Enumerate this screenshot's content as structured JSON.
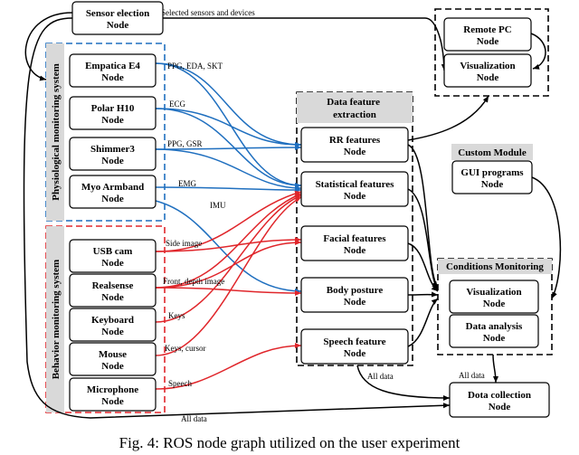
{
  "groups": {
    "physiological": "Physiological  monitoring system",
    "behavior": "Behavior monitoring system",
    "feature_extraction": "Data feature extraction",
    "custom_module": "Custom Module",
    "conditions_monitoring": "Conditions Monitoring"
  },
  "nodes": {
    "sensor_election": [
      "Sensor election",
      "Node"
    ],
    "empatica": [
      "Empatica E4",
      "Node"
    ],
    "polar": [
      "Polar H10",
      "Node"
    ],
    "shimmer": [
      "Shimmer3",
      "Node"
    ],
    "myo": [
      "Myo Armband",
      "Node"
    ],
    "usbcam": [
      "USB cam",
      "Node"
    ],
    "realsense": [
      "Realsense",
      "Node"
    ],
    "keyboard": [
      "Keyboard",
      "Node"
    ],
    "mouse": [
      "Mouse",
      "Node"
    ],
    "microphone": [
      "Microphone",
      "Node"
    ],
    "rr": [
      "RR features",
      "Node"
    ],
    "stat": [
      "Statistical features",
      "Node"
    ],
    "facial": [
      "Facial features",
      "Node"
    ],
    "body": [
      "Body posture",
      "Node"
    ],
    "speech": [
      "Speech feature",
      "Node"
    ],
    "remotepc": [
      "Remote PC",
      "Node"
    ],
    "visualization_top": [
      "Visualization",
      "Node"
    ],
    "gui": [
      "GUI programs",
      "Node"
    ],
    "visualization_cm": [
      "Visualization",
      "Node"
    ],
    "data_analysis": [
      "Data analysis",
      "Node"
    ],
    "data_collection": [
      "Dota collection",
      "Node"
    ]
  },
  "edge_labels": {
    "selected": "Selected sensors and devices",
    "ppg_eda_skt": "PPG, EDA, SKT",
    "ecg": "ECG",
    "ppg_gsr": "PPG, GSR",
    "emg": "EMG",
    "imu": "IMU",
    "side_image": "Side image",
    "front_depth": "Front, depth image",
    "keys": "Keys",
    "keys_cursor": "Keys, cursor",
    "speech": "Speech",
    "all_data_1": "All data",
    "all_data_2": "All data",
    "all_data_3": "All data"
  },
  "colors": {
    "physiological": "#1f6fbf",
    "behavior": "#e0262b",
    "group_label_bg": "#d9d9d9",
    "edge_black": "#000000"
  },
  "caption": "Fig. 4: ROS node graph utilized on the user experiment"
}
